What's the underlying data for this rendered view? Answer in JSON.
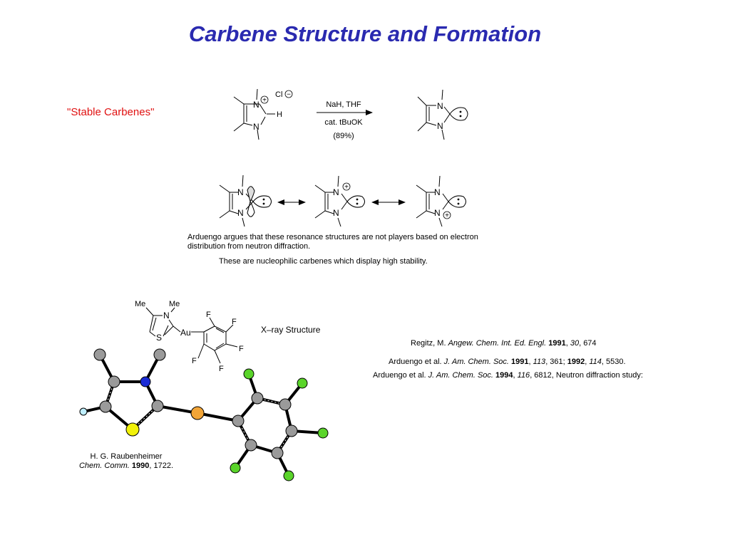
{
  "title": "Carbene Structure and Formation",
  "stable_label": "\"Stable Carbenes\"",
  "reaction": {
    "reagent1": "NaH, THF",
    "reagent2": "cat. tBuOK",
    "yield": "(89%)"
  },
  "atoms": {
    "N": "N",
    "H": "H",
    "Cl": "Cl",
    "S": "S",
    "Au": "Au",
    "F": "F",
    "Me": "Me"
  },
  "charges": {
    "plus": "+",
    "minus": "−"
  },
  "resonance_note": [
    "Arduengo argues that these resonance structures are not players based on electron",
    "distribution from neutron diffraction."
  ],
  "nucleophilic_note": "These are nucleophilic carbenes which display high stability.",
  "xray_label": "X–ray Structure",
  "references": {
    "regitz": {
      "author": "Regitz, M. ",
      "journal": "Angew. Chem. Int. Ed. Engl.",
      "year": "1991",
      "volume": "30",
      "pages": ", 674"
    },
    "arduengo1": {
      "author": "Arduengo et al. ",
      "journal": "J. Am. Chem. Soc.",
      "year1": "1991",
      "volume1": "113",
      "pages1": ", 361; ",
      "year2": "1992",
      "volume2": "114",
      "pages2": ", 5530."
    },
    "arduengo2": {
      "author": "Arduengo et al. ",
      "journal": "J. Am. Chem. Soc.",
      "year": "1994",
      "volume": "116",
      "pages": ", 6812, Neutron diffraction study:"
    },
    "raubenheimer": {
      "author": "H. G. Raubenheimer",
      "journal": "Chem. Comm.",
      "year": "1990",
      "pages": ", 1722."
    }
  },
  "colors": {
    "title": "#2a2ab0",
    "stable": "#e01010",
    "carbon": "#9a9a9a",
    "nitrogen": "#1a2bd6",
    "sulfur": "#f2f20a",
    "gold": "#f2a538",
    "fluorine": "#5ad42a",
    "hydrogen": "#bfefff"
  }
}
